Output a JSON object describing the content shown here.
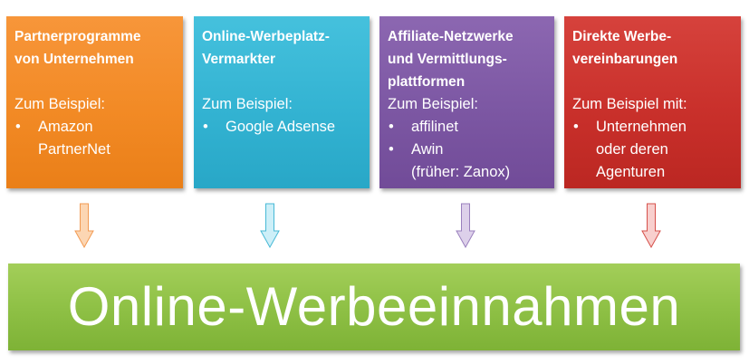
{
  "cards": [
    {
      "title": "Partnerprogramme\nvon Unternehmen",
      "subtitle": "Zum Beispiel:",
      "items": [
        "Amazon\nPartnerNet"
      ],
      "color": "#f28a25"
    },
    {
      "title": "Online-Werbeplatz-\nVermarkter",
      "subtitle": "Zum Beispiel:",
      "items": [
        "Google Adsense"
      ],
      "color": "#33b3d2"
    },
    {
      "title": "Affiliate-Netzwerke\nund Vermittlungs-\nplattformen",
      "subtitle": "Zum Beispiel:",
      "items": [
        "affilinet",
        "Awin\n(früher: Zanox)"
      ],
      "color": "#7c57a3"
    },
    {
      "title": "Direkte Werbe-\nvereinbarungen",
      "subtitle": "Zum Beispiel mit:",
      "items": [
        "Unternehmen\noder deren\nAgenturen"
      ],
      "color": "#c9302b"
    }
  ],
  "arrows": [
    {
      "fill": "#fcd6b3",
      "stroke": "#f29a52"
    },
    {
      "fill": "#cdeff8",
      "stroke": "#47b9d6"
    },
    {
      "fill": "#ddd0ea",
      "stroke": "#9a80bd"
    },
    {
      "fill": "#f8cfcd",
      "stroke": "#d6504a"
    }
  ],
  "banner": {
    "text": "Online-Werbeeinnahmen",
    "color": "#8fc146"
  }
}
